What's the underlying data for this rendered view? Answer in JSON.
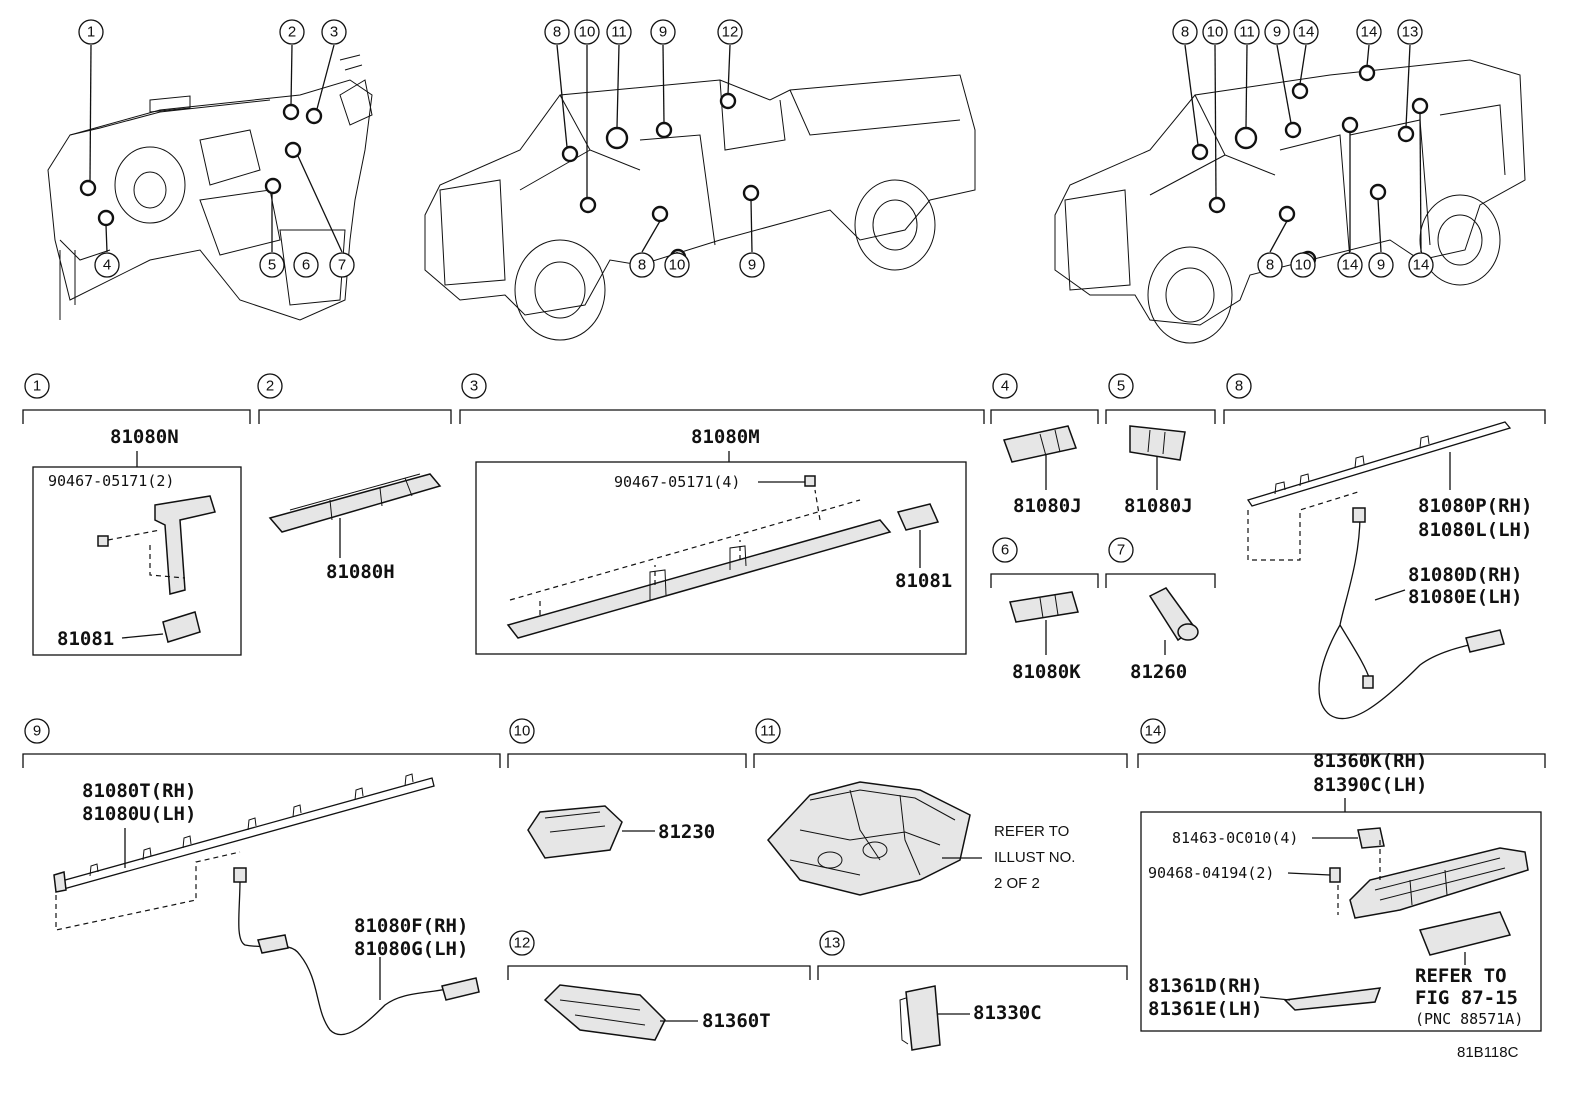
{
  "figure_code": "81B118C",
  "callout_numbers": [
    "1",
    "2",
    "3",
    "4",
    "5",
    "6",
    "7",
    "8",
    "9",
    "10",
    "11",
    "12",
    "13",
    "14"
  ],
  "sections": {
    "s1": {
      "num": "1",
      "assembly": "81080N",
      "screw": "90467-05171(2)",
      "bulb": "81081"
    },
    "s2": {
      "num": "2",
      "part": "81080H"
    },
    "s3": {
      "num": "3",
      "assembly": "81080M",
      "screw": "90467-05171(4)",
      "bulb": "81081"
    },
    "s4": {
      "num": "4",
      "part": "81080J"
    },
    "s5": {
      "num": "5",
      "part": "81080J"
    },
    "s6": {
      "num": "6",
      "part": "81080K"
    },
    "s7": {
      "num": "7",
      "part": "81260"
    },
    "s8": {
      "num": "8",
      "part_rh": "81080P(RH)",
      "part_lh": "81080L(LH)",
      "wire_rh": "81080D(RH)",
      "wire_lh": "81080E(LH)"
    },
    "s9": {
      "num": "9",
      "part_rh": "81080T(RH)",
      "part_lh": "81080U(LH)",
      "wire_rh": "81080F(RH)",
      "wire_lh": "81080G(LH)"
    },
    "s10": {
      "num": "10",
      "part": "81230"
    },
    "s11": {
      "num": "11",
      "note_1": "REFER TO",
      "note_2": "ILLUST NO.",
      "note_3": "2 OF 2"
    },
    "s12": {
      "num": "12",
      "part": "81360T"
    },
    "s13": {
      "num": "13",
      "part": "81330C"
    },
    "s14": {
      "num": "14",
      "assy_rh": "81360K(RH)",
      "assy_lh": "81390C(LH)",
      "clip": "81463-0C010(4)",
      "screw": "90468-04194(2)",
      "lens_rh": "81361D(RH)",
      "lens_lh": "81361E(LH)",
      "ref_1": "REFER TO",
      "ref_2": "FIG 87-15",
      "ref_3": "(PNC 88571A)"
    }
  }
}
